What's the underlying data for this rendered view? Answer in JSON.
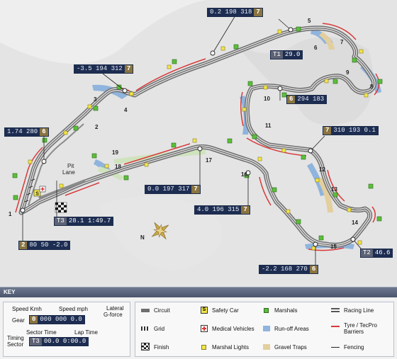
{
  "turns": {
    "t1": "1",
    "t2": "2",
    "t3": "3",
    "t4": "4",
    "t5": "5",
    "t6": "6",
    "t7": "7",
    "t8": "8",
    "t9": "9",
    "t10": "10",
    "t11": "11",
    "t12": "12",
    "t13": "13",
    "t14": "14",
    "t15": "15",
    "t16": "16",
    "t17": "17",
    "t18": "18",
    "t19": "19"
  },
  "labels": {
    "pit_lane_1": "Pit",
    "pit_lane_2": "Lane",
    "compass": "N"
  },
  "telemetry": {
    "a": {
      "values": "0.2 198 318",
      "gear": "7"
    },
    "b": {
      "values": "-3.5 194 312",
      "gear": "7"
    },
    "c": {
      "values": "1.74 280",
      "gear": "6"
    },
    "d": {
      "values": "0.0 197 317",
      "gear": "7"
    },
    "e": {
      "values": "4.0 196 315",
      "gear": "7"
    },
    "f": {
      "gear": "2",
      "values": "80 50 -2.0"
    },
    "g": {
      "values": "-2.2 168 270",
      "gear": "6"
    },
    "h": {
      "gear": "6",
      "values": "294 183"
    },
    "i": {
      "gear": "7",
      "values": "310 193 0.1"
    },
    "j": {
      "tag": "T1",
      "values": "29.0"
    },
    "k": {
      "tag": "T2",
      "values": "46.6"
    },
    "l": {
      "tag": "T3",
      "values": "28.1 1:49.7"
    }
  },
  "key": {
    "title": "KEY",
    "speed_kmh": "Speed Kmh",
    "speed_mph": "Speed mph",
    "lateral": "Lateral",
    "gforce": "G-force",
    "gear": "Gear",
    "sample_gear": "0",
    "sample_values": "000 000 0.0",
    "timing": "Timing",
    "sector": "Sector",
    "sector_time": "Sector Time",
    "lap_time": "Lap Time",
    "sample_sector": "T3",
    "sample_times": "00.0 0:00.0",
    "items": {
      "circuit": "Circuit",
      "grid": "Grid",
      "finish": "Finish",
      "safety_car": "Safety Car",
      "safety_car_glyph": "S",
      "medical": "Medical Vehicles",
      "marshal_lights": "Marshal Lights",
      "marshals": "Marshals",
      "runoff": "Run-off Areas",
      "gravel": "Gravel Traps",
      "racing_line": "Racing Line",
      "barriers": "Tyre / TecPro Barriers",
      "fencing": "Fencing"
    }
  },
  "colors": {
    "track": "#7a7a7a",
    "runoff": "#8fb4dd",
    "gravel": "#e3ce9e",
    "marshal": "#5bbf3a",
    "lights": "#f2e64a",
    "barrier": "#d93838",
    "panel": "#1d2d52",
    "gear": "#8a7440"
  }
}
